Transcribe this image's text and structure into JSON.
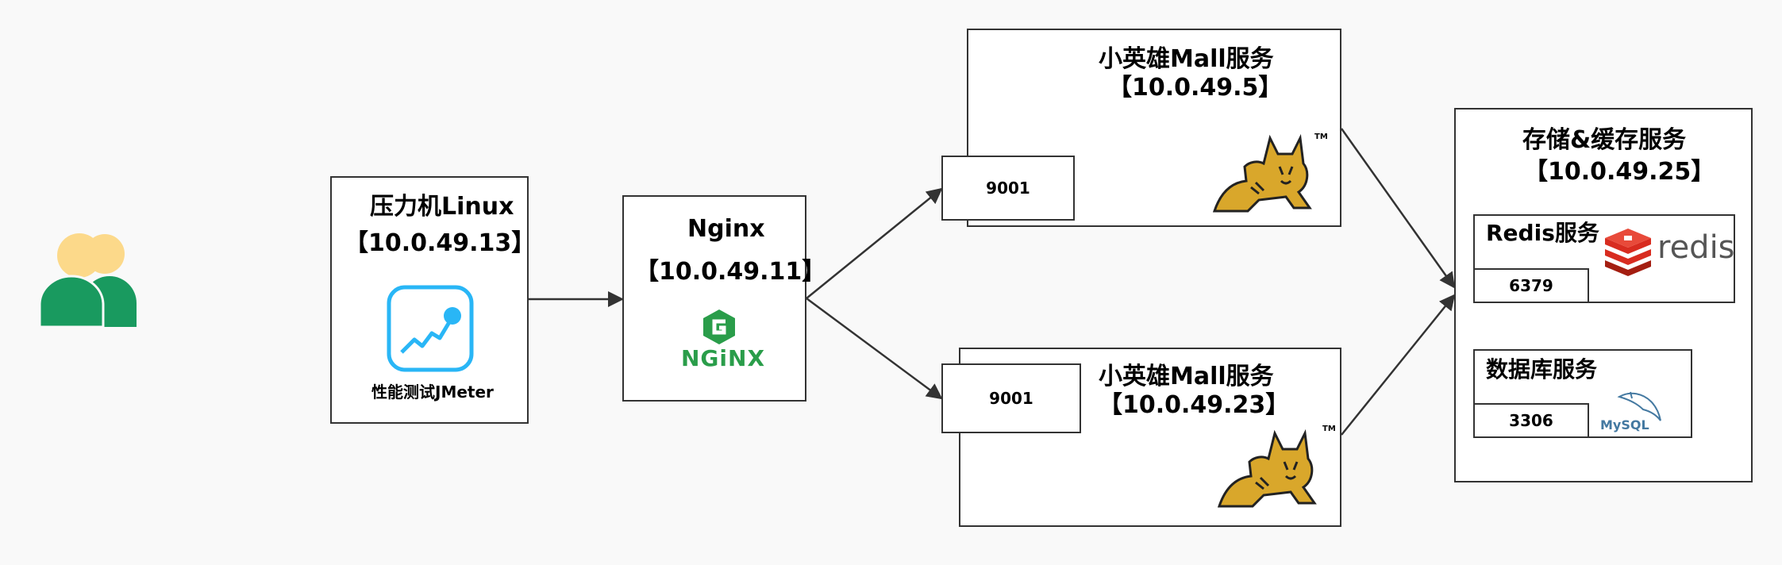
{
  "pressure": {
    "title": "压力机Linux",
    "ip": "【10.0.49.13】",
    "tool_label": "性能测试JMeter"
  },
  "nginx": {
    "title": "Nginx",
    "ip": "【10.0.49.11】",
    "logo_text": "NGiNX"
  },
  "mall1": {
    "title": "小英雄Mall服务",
    "ip": "【10.0.49.5】",
    "port": "9001"
  },
  "mall2": {
    "title": "小英雄Mall服务",
    "ip": "【10.0.49.23】",
    "port": "9001"
  },
  "storage": {
    "title": "存储&缓存服务",
    "ip": "【10.0.49.25】",
    "redis": {
      "title": "Redis服务",
      "port": "6379",
      "logo_text": "redis"
    },
    "db": {
      "title": "数据库服务",
      "port": "3306",
      "logo_text": "MySQL"
    }
  },
  "tomcat_tm": "TM",
  "colors": {
    "user_green": "#199a5f",
    "user_head": "#fcd98a",
    "nginx_green": "#2a9d4a",
    "jmeter_blue": "#29b6f6",
    "redis_red": "#d82c20",
    "tomcat_yellow": "#d9a72b"
  },
  "icons": [
    "users-icon",
    "jmeter-icon",
    "nginx-logo-icon",
    "tomcat-icon",
    "redis-logo-icon",
    "mysql-logo-icon"
  ]
}
